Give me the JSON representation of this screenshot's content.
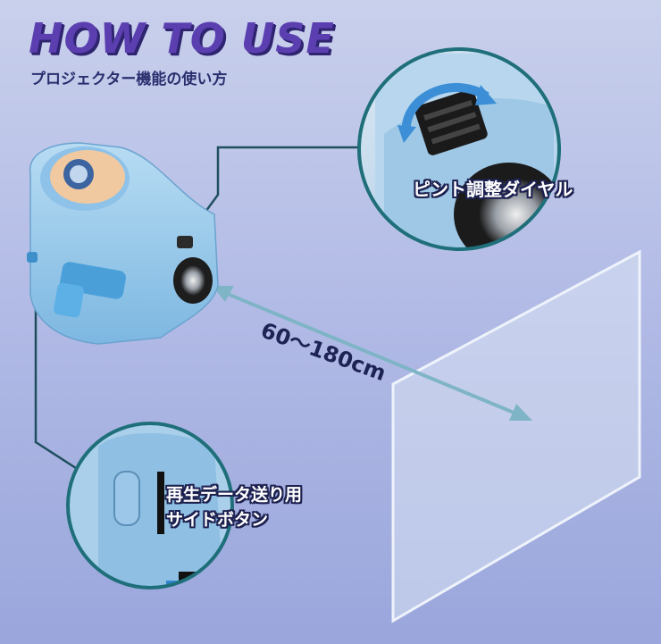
{
  "header": {
    "title": "HOW TO USE",
    "subtitle": "プロジェクター機能の使い方"
  },
  "callouts": {
    "focus_dial": "ピント調整ダイヤル",
    "side_button_line1": "再生データ送り用",
    "side_button_line2": "サイドボタン"
  },
  "distance": {
    "text": "60〜180cm"
  },
  "colors": {
    "title": "#5b3fb0",
    "device_body": "#8fc3e8",
    "callout_ring": "#1f6f7a",
    "arrow": "#7fb4c7"
  }
}
